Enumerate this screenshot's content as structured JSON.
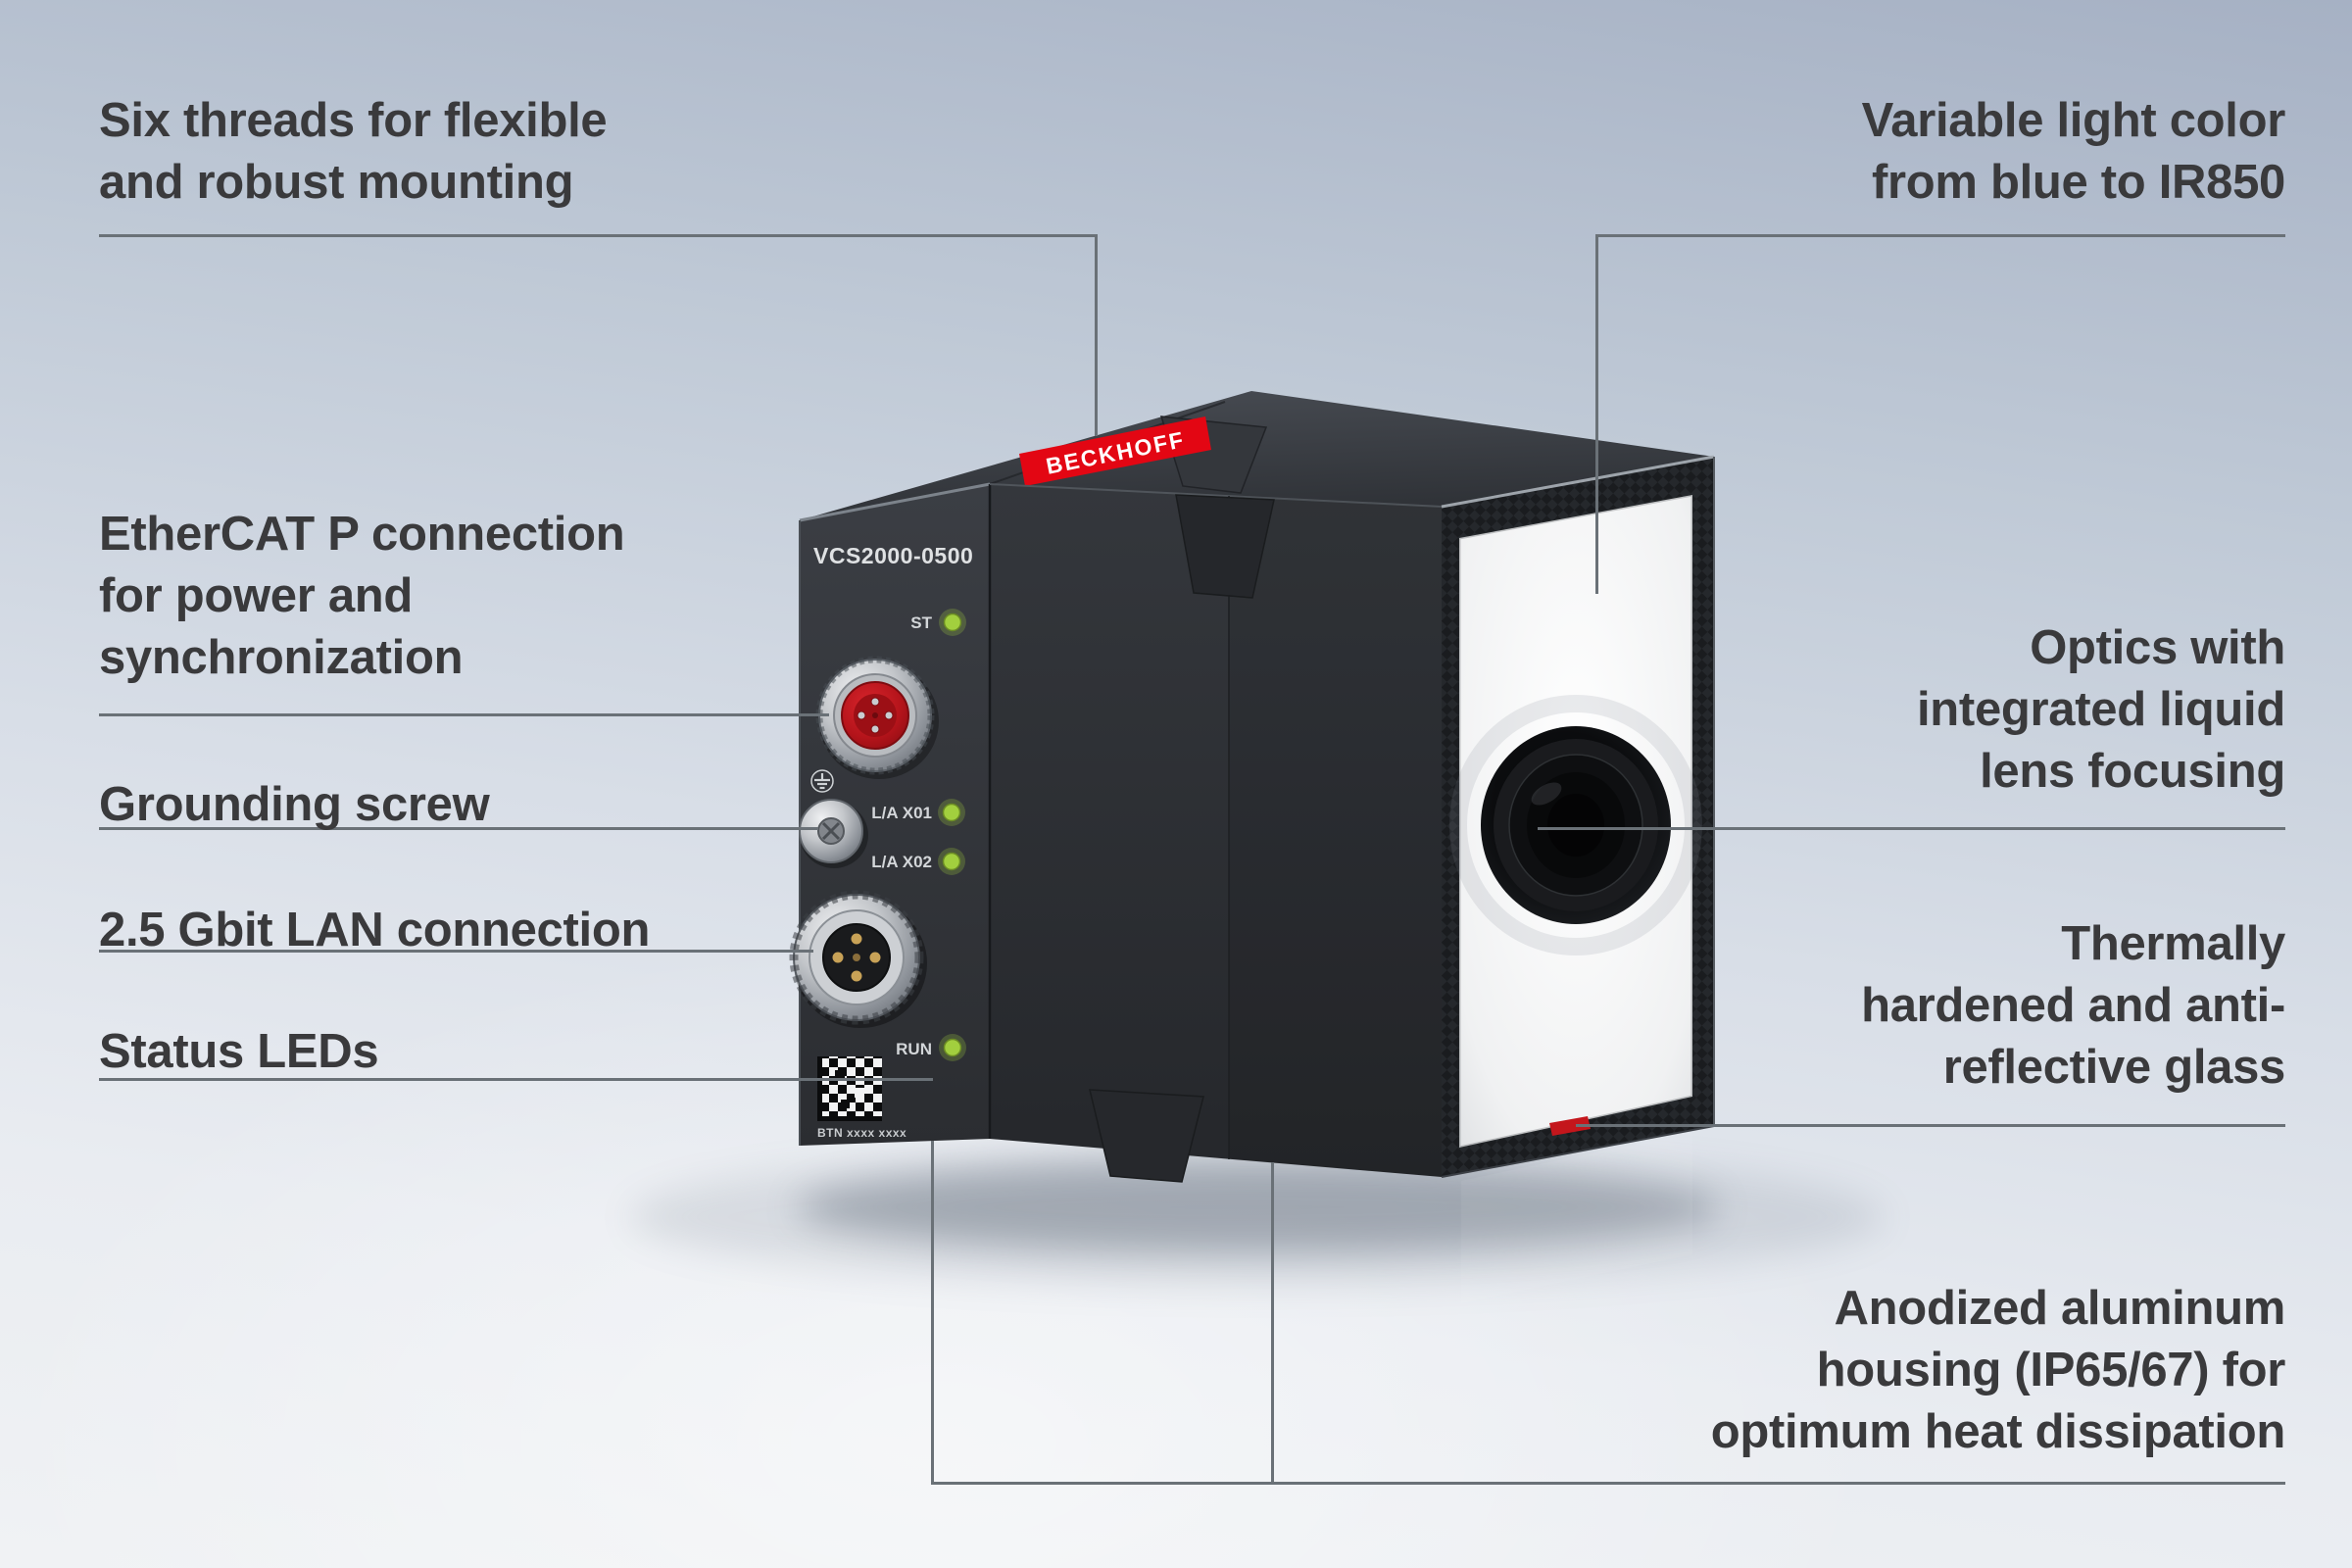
{
  "callouts": {
    "six_threads": "Six threads for flexible\nand robust mounting",
    "ethercat": "EtherCAT P connection\nfor power and\nsynchronization",
    "grounding": "Grounding screw",
    "lan": "2.5 Gbit LAN connection",
    "status_leds": "Status LEDs",
    "light_color": "Variable light color\nfrom blue to IR850",
    "optics": "Optics with\nintegrated liquid\nlens focusing",
    "glass": "Thermally\nhardened and anti-\nreflective glass",
    "housing": "Anodized aluminum\nhousing (IP65/67) for\noptimum heat dissipation"
  },
  "device": {
    "brand_label": "BECKHOFF",
    "model": "VCS2000-0500",
    "panel": {
      "st": "ST",
      "la_x01": "L/A X01",
      "la_x02": "L/A X02",
      "run": "RUN",
      "btn": "BTN xxxx xxxx"
    }
  },
  "colors": {
    "brand_red": "#e30613",
    "led_green": "#a2cf3e",
    "label_text": "#3a3a3c",
    "leader_line": "#6a7177",
    "housing_dark": "#2c2f33",
    "background_top": "#a6b1c4",
    "background_bottom": "#f0f2f4"
  }
}
